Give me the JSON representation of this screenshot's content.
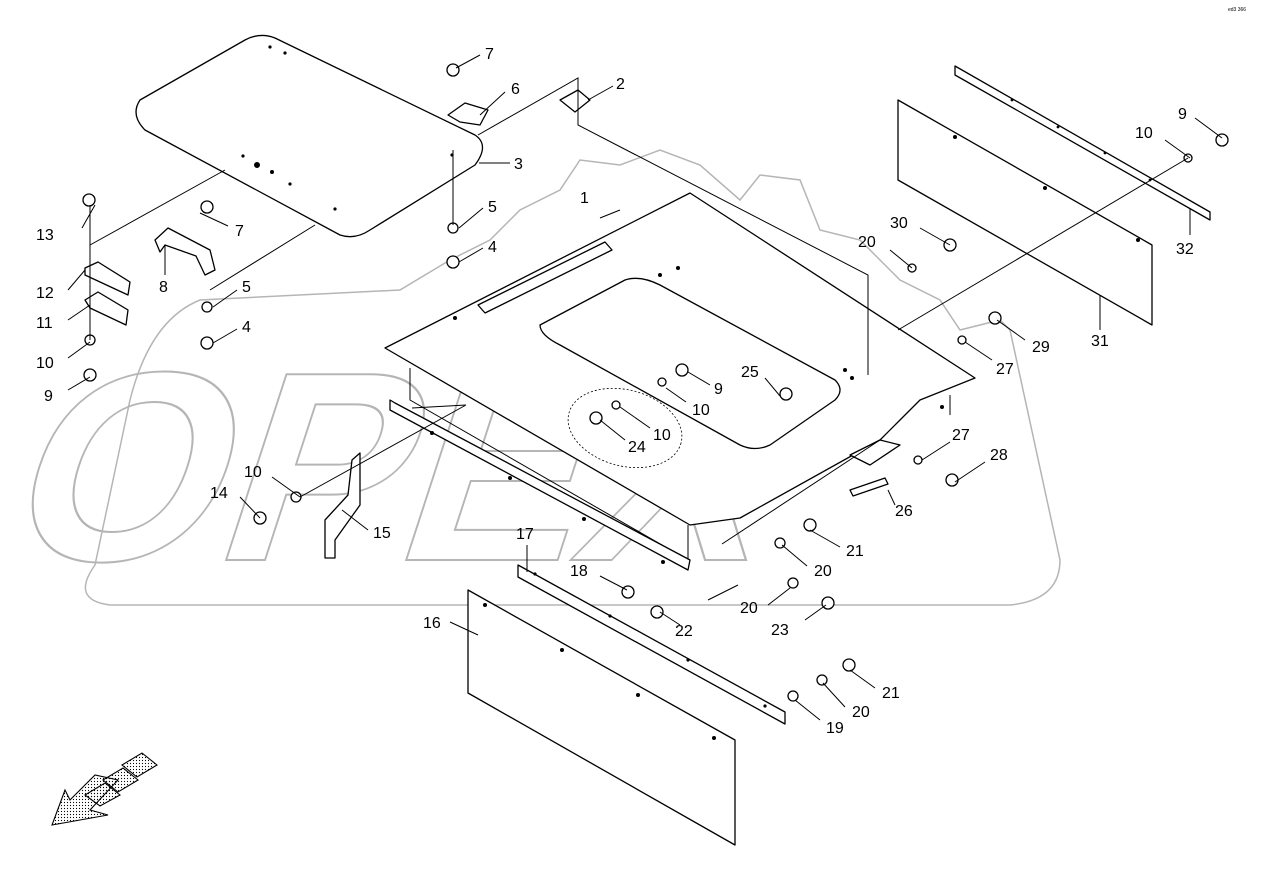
{
  "diagram": {
    "corner_tag": "ed3 366",
    "watermark_text": "OPEX",
    "callouts": [
      "1",
      "2",
      "3",
      "4",
      "5",
      "6",
      "7",
      "8",
      "9",
      "10",
      "11",
      "12",
      "13",
      "14",
      "15",
      "16",
      "17",
      "18",
      "19",
      "20",
      "21",
      "22",
      "23",
      "24",
      "25",
      "26",
      "27",
      "28",
      "29",
      "30",
      "31",
      "32"
    ],
    "secondary_callouts": {
      "four_b": "4",
      "five_b": "5",
      "seven_b": "7",
      "nine_b": "9",
      "nine_c": "9",
      "ten_b": "10",
      "ten_c": "10",
      "ten_d": "10",
      "twenty_b": "20",
      "twenty_c": "20",
      "twenty_d": "20",
      "twenty_one_b": "21",
      "twenty_seven_b": "27"
    }
  }
}
